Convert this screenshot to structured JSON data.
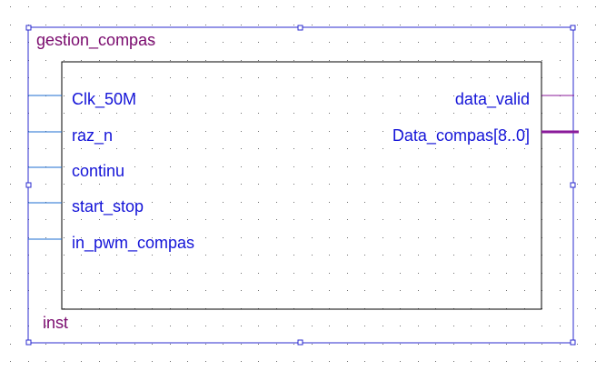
{
  "symbol": {
    "name": "gestion_compas",
    "instance": "inst",
    "inputs": [
      {
        "label": "Clk_50M"
      },
      {
        "label": "raz_n"
      },
      {
        "label": "continu"
      },
      {
        "label": "start_stop"
      },
      {
        "label": "in_pwm_compas"
      }
    ],
    "outputs": [
      {
        "label": "data_valid",
        "bus": false
      },
      {
        "label": "Data_compas[8..0]",
        "bus": true
      }
    ]
  },
  "colors": {
    "grid_dot": "#6f6f6f",
    "frame": "#2b2bcf",
    "body_outline": "#000000",
    "title_text": "#7a0a6e",
    "port_text": "#1414d8",
    "input_wire": "#1e6ed0",
    "output_wire": "#8a1a9a",
    "background": "#ffffff"
  }
}
